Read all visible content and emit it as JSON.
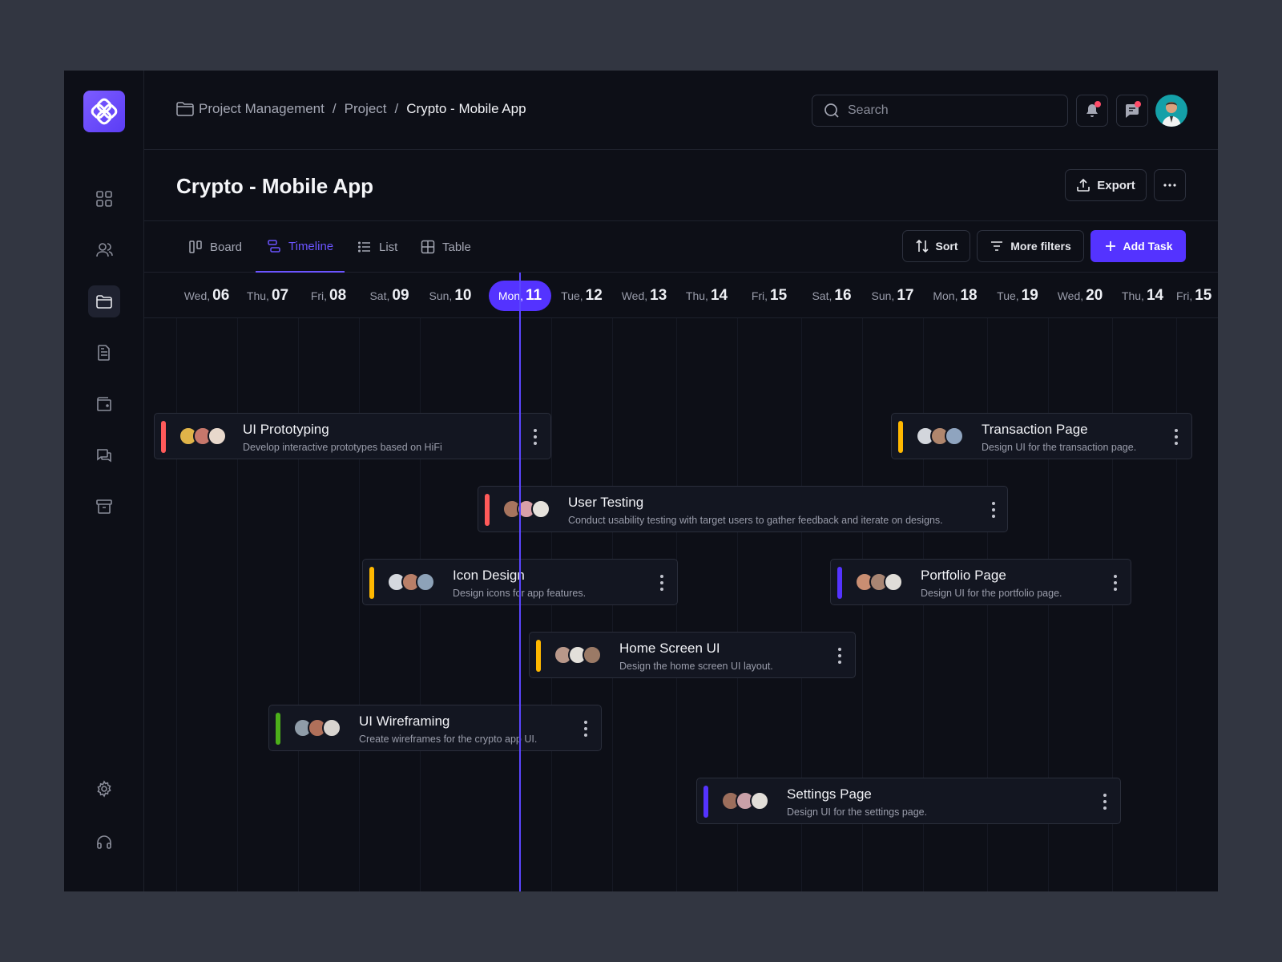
{
  "breadcrumb": {
    "items": [
      "Project Management",
      "Project"
    ],
    "current": "Crypto - Mobile App"
  },
  "search": {
    "placeholder": "Search"
  },
  "page": {
    "title": "Crypto - Mobile App",
    "export_label": "Export"
  },
  "tabs": [
    {
      "label": "Board",
      "icon": "board-icon"
    },
    {
      "label": "Timeline",
      "icon": "timeline-icon",
      "active": true
    },
    {
      "label": "List",
      "icon": "list-icon"
    },
    {
      "label": "Table",
      "icon": "table-icon"
    }
  ],
  "toolbar": {
    "sort_label": "Sort",
    "filters_label": "More filters",
    "add_label": "Add Task"
  },
  "dates": [
    {
      "day": "Wed,",
      "num": "06"
    },
    {
      "day": "Thu,",
      "num": "07"
    },
    {
      "day": "Fri,",
      "num": "08"
    },
    {
      "day": "Sat,",
      "num": "09"
    },
    {
      "day": "Sun,",
      "num": "10"
    },
    {
      "day": "Mon,",
      "num": "11",
      "today": true
    },
    {
      "day": "Tue,",
      "num": "12"
    },
    {
      "day": "Wed,",
      "num": "13"
    },
    {
      "day": "Thu,",
      "num": "14"
    },
    {
      "day": "Fri,",
      "num": "15"
    },
    {
      "day": "Sat,",
      "num": "16"
    },
    {
      "day": "Sun,",
      "num": "17"
    },
    {
      "day": "Mon,",
      "num": "18"
    },
    {
      "day": "Tue,",
      "num": "19"
    },
    {
      "day": "Wed,",
      "num": "20"
    },
    {
      "day": "Thu,",
      "num": "14"
    },
    {
      "day": "Fri,",
      "num": "15"
    }
  ],
  "tasks": [
    {
      "title": "UI Prototyping",
      "desc": "Develop interactive prototypes based on HiFi",
      "color": "#ff5a5a"
    },
    {
      "title": "Transaction Page",
      "desc": "Design UI for the transaction page.",
      "color": "#ffb800"
    },
    {
      "title": "User Testing",
      "desc": "Conduct usability testing with target users to gather feedback and iterate on designs.",
      "color": "#ff5a5a"
    },
    {
      "title": "Icon Design",
      "desc": "Design icons for app features.",
      "color": "#ffb800"
    },
    {
      "title": "Portfolio Page",
      "desc": "Design UI for the portfolio page.",
      "color": "#5433ff"
    },
    {
      "title": "Home Screen UI",
      "desc": "Design the home screen UI layout.",
      "color": "#ffb800"
    },
    {
      "title": "UI Wireframing",
      "desc": "Create wireframes for the crypto app UI.",
      "color": "#4caf1a"
    },
    {
      "title": "Settings Page",
      "desc": "Design UI for the settings page.",
      "color": "#5433ff"
    }
  ],
  "colors": {
    "accent": "#5433ff",
    "background": "#0d0f17",
    "frame": "#323641",
    "notification": "#ff4d6a"
  }
}
